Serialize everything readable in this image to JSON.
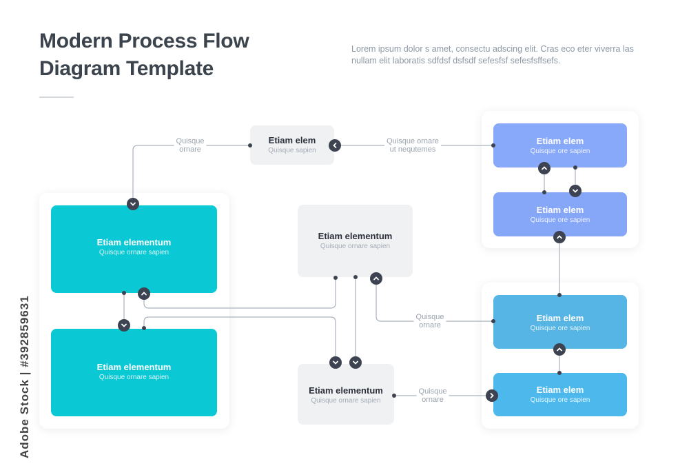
{
  "header": {
    "title_line1": "Modern Process Flow",
    "title_line2": "Diagram Template",
    "description": "Lorem ipsum dolor s amet, consectu adscing elit. Cras eco eter viverra las nullam elit laboratis sdfdsf dsfsdf sefesfsf sefesfsffsefs."
  },
  "colors": {
    "teal": "#0ac8d4",
    "periwinkle": "#88a8fa",
    "sky": "#56b5e4",
    "blue": "#4cb8ec",
    "grey": "#f0f1f3",
    "connector": "#aab2bd",
    "button": "#3d4350"
  },
  "nodes": {
    "top": {
      "title": "Etiam elem",
      "sub": "Quisque sapien"
    },
    "left1": {
      "title": "Etiam elementum",
      "sub": "Quisque ornare sapien"
    },
    "left2": {
      "title": "Etiam elementum",
      "sub": "Quisque ornare sapien"
    },
    "mid": {
      "title": "Etiam elementum",
      "sub": "Quisque ornare sapien"
    },
    "bottom": {
      "title": "Etiam elementum",
      "sub": "Quisque ornare sapien"
    },
    "r1": {
      "title": "Etiam elem",
      "sub": "Quisque ore sapien"
    },
    "r2": {
      "title": "Etiam elem",
      "sub": "Quisque ore sapien"
    },
    "r3": {
      "title": "Etiam elem",
      "sub": "Quisque ore sapien"
    },
    "r4": {
      "title": "Etiam elem",
      "sub": "Quisque ore sapien"
    }
  },
  "labels": {
    "l1": "Quisque\nornare",
    "l2": "Quisque ornare\nut nequtemes",
    "l3": "Quisque\nornare",
    "l4": "Quisque\nornare"
  },
  "watermark": "Adobe Stock | #392859631"
}
